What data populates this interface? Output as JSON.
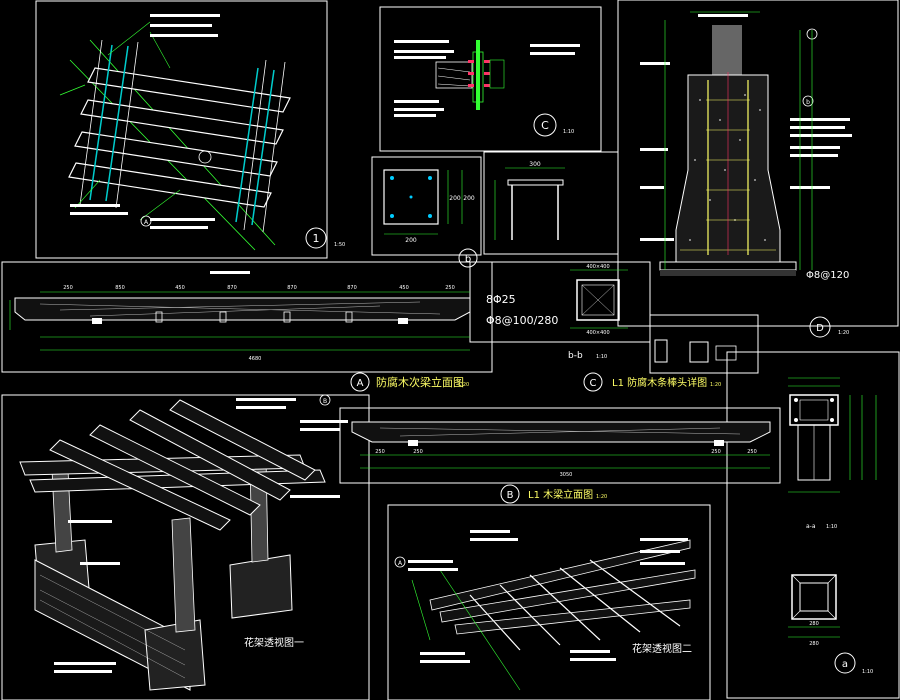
{
  "drawing": {
    "panels": {
      "top_plan": {
        "bubble": "1",
        "scale": "1:50",
        "callout_a": "A"
      },
      "detail_c": {
        "bubble": "C",
        "scale": "1:10"
      },
      "bb_section": {
        "bubble": "b",
        "scale": "1:10",
        "dims": [
          "200",
          "200",
          "200"
        ]
      },
      "post_side": {
        "dim": "300"
      },
      "bb_center": {
        "rebar_main": "8Φ25",
        "rebar_stirrup": "Φ8@100/280",
        "title": "b-b",
        "scale": "1:10",
        "dim_top": "400×400",
        "dim_bottom": "400×400"
      },
      "footing_d": {
        "bubble": "D",
        "scale": "1:20",
        "rebar": "Φ8@120",
        "callout_b": "b"
      },
      "elevation_a": {
        "bubble": "A",
        "title": "防腐木次梁立面图",
        "scale": "1:20",
        "dims": [
          "250",
          "850",
          "450",
          "870",
          "870",
          "870",
          "450",
          "250"
        ],
        "total": "4680"
      },
      "detail_ref": {
        "bubble": "C",
        "title": "L1 防腐木条棒头详图",
        "scale": "1:20"
      },
      "elevation_b": {
        "bubble": "B",
        "title": "L1 木梁立面图",
        "scale": "1:20",
        "total": "3050",
        "dims": [
          "250",
          "250",
          "250",
          "250"
        ]
      },
      "perspective_1": {
        "title": "花架透视图一",
        "callout": "B"
      },
      "perspective_2": {
        "title": "花架透视图二",
        "callout": "A"
      },
      "right_aa": {
        "title": "a-a",
        "scale": "1:10",
        "bubble": "a",
        "scale_b": "1:10",
        "dims": [
          "280",
          "280"
        ]
      }
    }
  }
}
